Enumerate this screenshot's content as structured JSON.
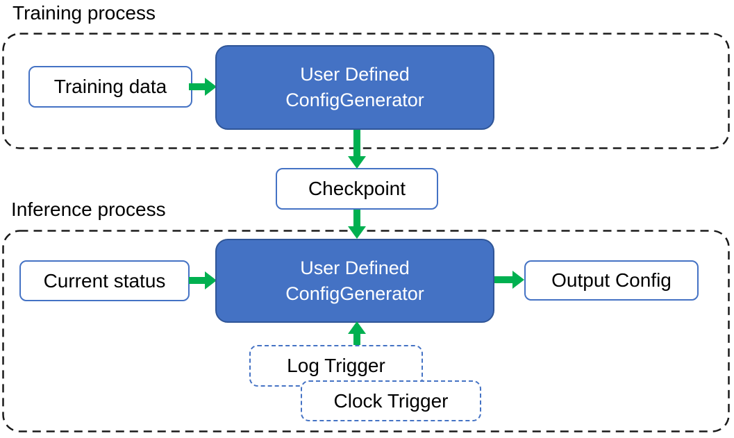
{
  "colors": {
    "box_blue": "#4472C4",
    "box_blue_border": "#2F5597",
    "outline_blue": "#4472C4",
    "arrow_green": "#00B050",
    "container_border": "#1a1a1a",
    "text_dark": "#000000",
    "text_light": "#FFFFFF",
    "background": "#FFFFFF"
  },
  "training": {
    "title": "Training process",
    "input_box": "Training data",
    "generator": {
      "line1": "User Defined",
      "line2": "ConfigGenerator"
    }
  },
  "checkpoint": {
    "label": "Checkpoint"
  },
  "inference": {
    "title": "Inference process",
    "input_box": "Current status",
    "generator": {
      "line1": "User Defined",
      "line2": "ConfigGenerator"
    },
    "output_box": "Output Config",
    "triggers": {
      "log": "Log Trigger",
      "clock": "Clock Trigger"
    }
  }
}
